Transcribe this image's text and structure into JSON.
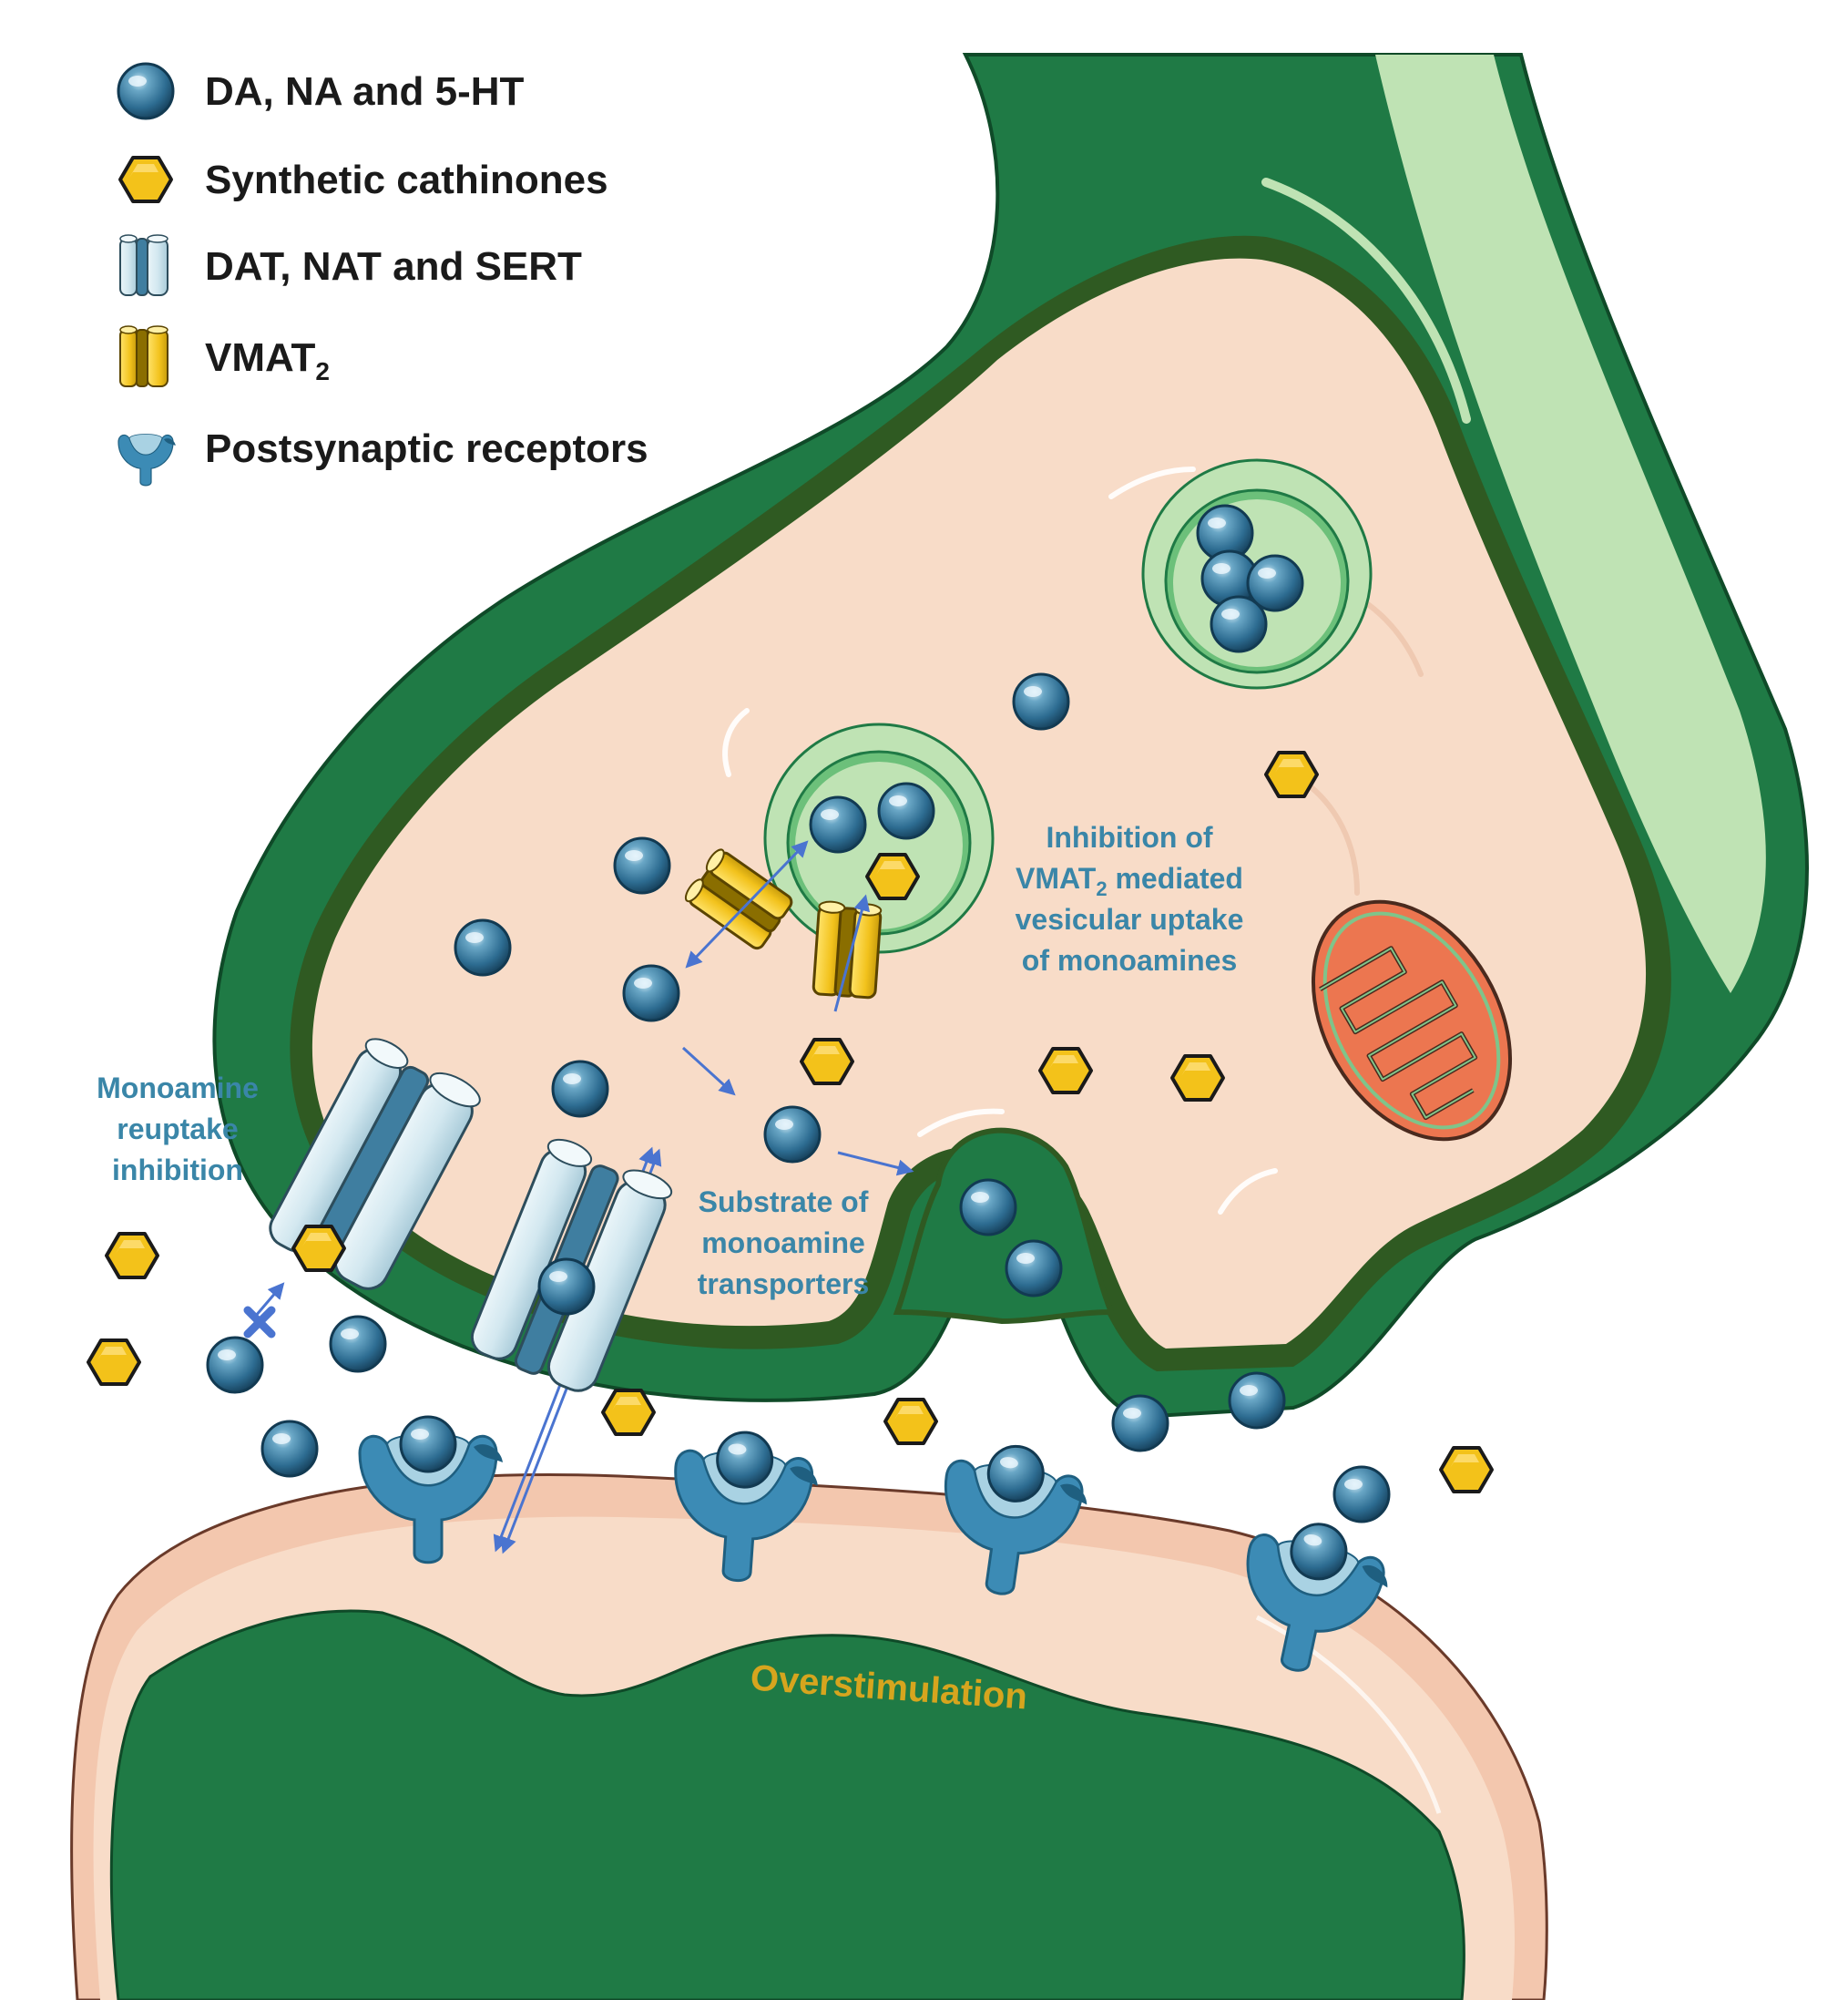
{
  "legend": {
    "monoamines": "DA, NA and 5-HT",
    "cathinones": "Synthetic cathinones",
    "transporters": "DAT, NAT and SERT",
    "vmat_main": "VMAT",
    "vmat_sub": "2",
    "receptors": "Postsynaptic receptors"
  },
  "notes": {
    "vmat_line1": "Inhibition  of",
    "vmat_line2_a": "VMAT",
    "vmat_line2_sub": "2",
    "vmat_line2_b": "  mediated",
    "vmat_line3": "vesicular uptake",
    "vmat_line4": "of monoamines",
    "reuptake_line1": "Monoamine",
    "reuptake_line2": "reuptake",
    "reuptake_line3": "inhibition",
    "substrate_line1": "Substrate of",
    "substrate_line2": "monoamine",
    "substrate_line3": "transporters",
    "overstimulation": "Overstimulation"
  },
  "colors": {
    "neuron_dark_green": "#1f7a45",
    "neuron_light_green": "#bfe3b4",
    "cytoplasm": "#f8dcc8",
    "monoamine_blue": "#2f6f94",
    "cathinone_yellow": "#f3c21a",
    "transporter_blue": "#cfe6ee",
    "vmat_yellow": "#f2c21c",
    "receptor_blue": "#3c8bb5",
    "mitochondrion_orange": "#ec7650",
    "annotation_blue": "#3a86a8",
    "annotation_gold": "#d6a51e",
    "arrow_blue": "#4a74d0"
  }
}
